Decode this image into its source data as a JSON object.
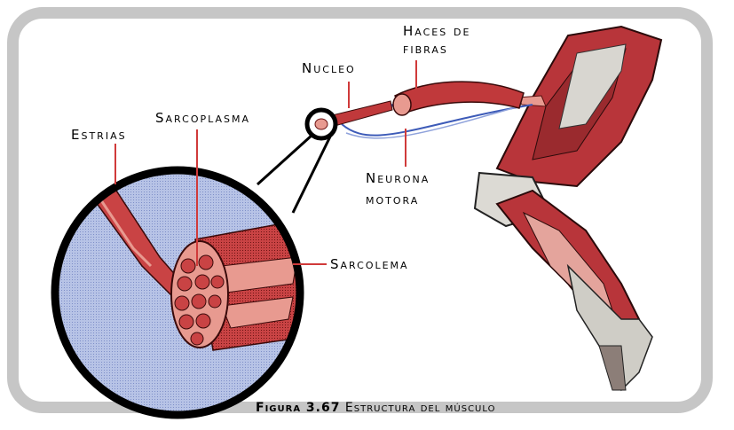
{
  "labels": {
    "nucleo": "Nucleo",
    "haces_line1": "Haces de",
    "haces_line2": "fibras",
    "estrias": "Estrias",
    "sarcoplasma": "Sarcoplasma",
    "neurona_line1": "Neurona",
    "neurona_line2": "motora",
    "sarcolema": "Sarcolema"
  },
  "caption": {
    "number": "Figura 3.67",
    "title": "Estructura del músculo"
  },
  "colors": {
    "frame": "#c6c6c6",
    "circle_fill": "#a9b8e0",
    "muscle": "#c0393b",
    "muscle_light": "#e89a90",
    "tendon": "#d8d8d8",
    "nerve": "#3d5bb8",
    "leader_line": "#d03a3a"
  },
  "icons": [
    "magnifier-circle",
    "muscle-fiber-bundle",
    "leg-muscles"
  ]
}
